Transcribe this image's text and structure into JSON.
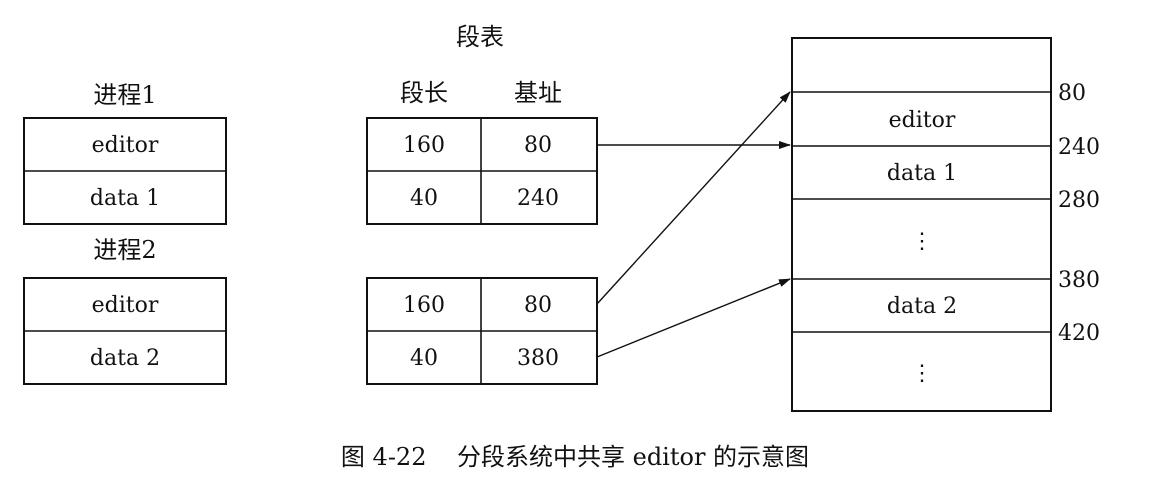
{
  "process1": {
    "title": "进程1",
    "rows": [
      "editor",
      "data 1"
    ]
  },
  "process2": {
    "title": "进程2",
    "rows": [
      "editor",
      "data 2"
    ]
  },
  "segment_table": {
    "title": "段表",
    "headers": [
      "段长",
      "基址"
    ],
    "table1": [
      [
        "160",
        "80"
      ],
      [
        "40",
        "240"
      ]
    ],
    "table2": [
      [
        "160",
        "80"
      ],
      [
        "40",
        "380"
      ]
    ]
  },
  "memory": {
    "segments": [
      "editor",
      "data 1",
      "⋮",
      "data 2",
      "⋮"
    ],
    "addresses": [
      "80",
      "240",
      "280",
      "380",
      "420"
    ]
  },
  "caption": "图 4-22    分段系统中共享 editor 的示意图"
}
